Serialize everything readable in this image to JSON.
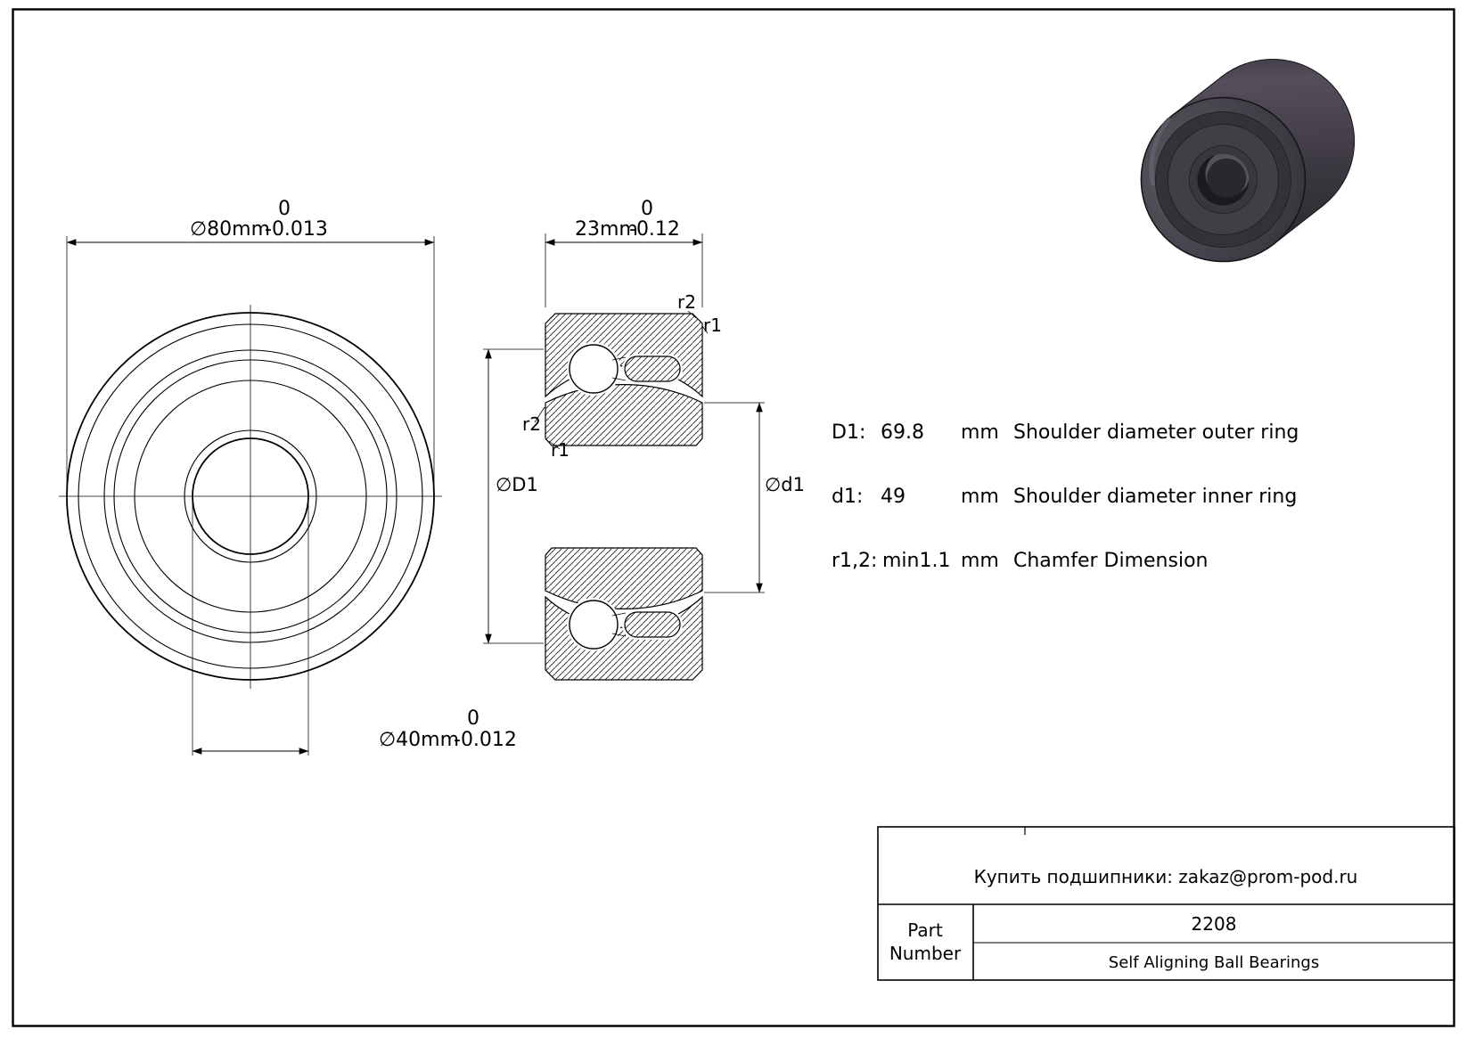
{
  "colors": {
    "line": "#000000",
    "background": "#ffffff",
    "bearing_dark": "#232126",
    "bearing_mid": "#45424b",
    "bearing_light": "#6e6b76"
  },
  "front_view": {
    "outer_dim": {
      "value": "∅80mm",
      "tol_upper": "0",
      "tol_lower": "-0.013"
    },
    "bore_dim": {
      "value": "∅40mm",
      "tol_upper": "0",
      "tol_lower": "-0.012"
    }
  },
  "section_view": {
    "width_dim": {
      "value": "23mm",
      "tol_upper": "0",
      "tol_lower": "-0.12"
    },
    "labels": {
      "r1": "r1",
      "r2": "r2",
      "shoulder_outer": "∅D1",
      "shoulder_inner": "∅d1"
    }
  },
  "specs": {
    "rows": [
      {
        "label": "D1:",
        "value": "69.8",
        "unit": "mm",
        "description": "Shoulder diameter outer ring"
      },
      {
        "label": "d1:",
        "value": "49",
        "unit": "mm",
        "description": "Shoulder diameter inner ring"
      },
      {
        "label": "r1,2:",
        "value": "min1.1",
        "unit": "mm",
        "description": "Chamfer Dimension"
      }
    ]
  },
  "title_block": {
    "contact": "Купить подшипники: zakaz@prom-pod.ru",
    "part_label_line1": "Part",
    "part_label_line2": "Number",
    "part_number": "2208",
    "part_description": "Self Aligning Ball Bearings"
  }
}
